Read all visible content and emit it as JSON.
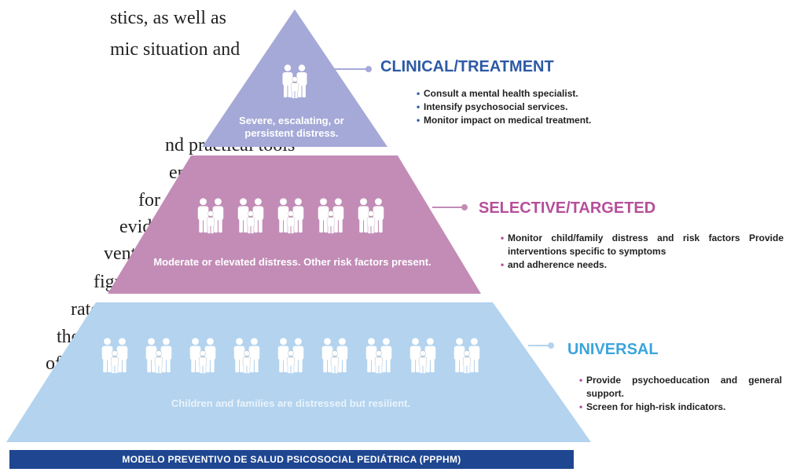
{
  "body_text": [
    "stics, as well as",
    "mic situation and",
    "",
    "nd practical tools",
    "ematized these",
    "for childhood",
    "evidence is",
    "ventative",
    "figure",
    "rates",
    "the",
    "of"
  ],
  "pyramid": {
    "tiers": [
      {
        "id": "clinical",
        "heading": "CLINICAL/TREATMENT",
        "description": "Severe, escalating, or persistent distress.",
        "family_icon_count": 1,
        "color": "#a5a9d7",
        "heading_color": "#2d5aa5",
        "bullets": [
          "Consult a mental health specialist.",
          "Intensify psychosocial services.",
          "Monitor impact on medical treatment."
        ]
      },
      {
        "id": "selective",
        "heading": "SELECTIVE/TARGETED",
        "description": "Moderate or elevated distress. Other risk factors present.",
        "family_icon_count": 5,
        "color": "#c28cb6",
        "heading_color": "#b64f9a",
        "bullets": [
          "Monitor child/family distress and risk factors Provide interventions specific to symptoms",
          "and adherence needs."
        ]
      },
      {
        "id": "universal",
        "heading": "UNIVERSAL",
        "description": "Children and families are distressed but resilient.",
        "family_icon_count": 9,
        "color": "#b3d3ee",
        "heading_color": "#3ba5dc",
        "bullets": [
          "Provide psychoeducation and general support.",
          "Screen for high-risk indicators."
        ]
      }
    ]
  },
  "footer": "MODELO PREVENTIVO DE SALUD PSICOSOCIAL PEDIÁTRICA (PPPHM)"
}
